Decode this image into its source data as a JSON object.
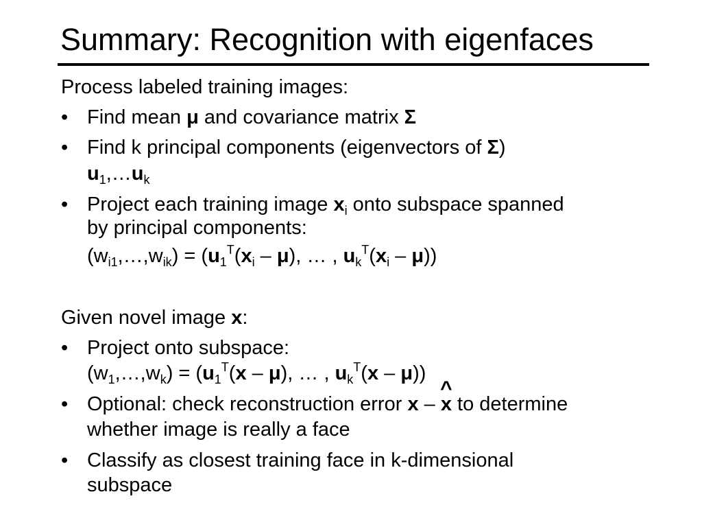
{
  "slide": {
    "title": "Summary: Recognition with eigenfaces",
    "bullet_char": "•",
    "section1": {
      "heading": "Process labeled training images:",
      "b1": {
        "t1": "Find mean ",
        "mu": "μ",
        "t2": " and covariance matrix ",
        "sigma": "Σ"
      },
      "b2": {
        "l1_t1": "Find k principal components (eigenvectors of ",
        "sigma": "Σ",
        "l1_t2": ")",
        "u": "u",
        "sub1": "1",
        "mid": ",…",
        "u2": "u",
        "subk": "k"
      },
      "b3": {
        "l1_t1": "Project each training image ",
        "x": "x",
        "sub_i": "i",
        "l1_t2": " onto subspace spanned",
        "l2": "by principal components:",
        "eq": {
          "open": "(w",
          "s_i1": "i1",
          "mid": ",…,w",
          "s_ik": "ik",
          "eq_open": ") = (",
          "u": "u",
          "s1": "1",
          "sup_T": "T",
          "p": "(",
          "x": "x",
          "s_i": "i",
          "minus": " – ",
          "mu": "μ",
          "sep": "), … , ",
          "u2": "u",
          "sk": "k",
          "sup_T2": "T",
          "p2": "(",
          "x2": "x",
          "s_i2": "i",
          "minus2": " – ",
          "mu2": "μ",
          "close": "))"
        }
      }
    },
    "section2": {
      "heading_t": "Given novel image ",
      "heading_x": "x",
      "heading_colon": ":",
      "b1": {
        "l1": "Project onto subspace:",
        "eq": {
          "open": "(w",
          "s1": "1",
          "mid": ",…,w",
          "sk": "k",
          "eq_open": ") = (",
          "u": "u",
          "us1": "1",
          "sup_T": "T",
          "p": "(",
          "x": "x",
          "minus": " – ",
          "mu": "μ",
          "sep": "), … , ",
          "u2": "u",
          "usk": "k",
          "sup_T2": "T",
          "p2": "(",
          "x2": "x",
          "minus2": " – ",
          "mu2": "μ",
          "close": "))"
        }
      },
      "b2": {
        "l1_t1": "Optional: check reconstruction error ",
        "x": "x",
        "minus": " – ",
        "xhat": "x",
        "hat": "^",
        "l1_t2": " to determine",
        "l2": "whether image is really a face"
      },
      "b3": {
        "l1": "Classify as closest training face in k-dimensional",
        "l2": "subspace"
      }
    }
  }
}
